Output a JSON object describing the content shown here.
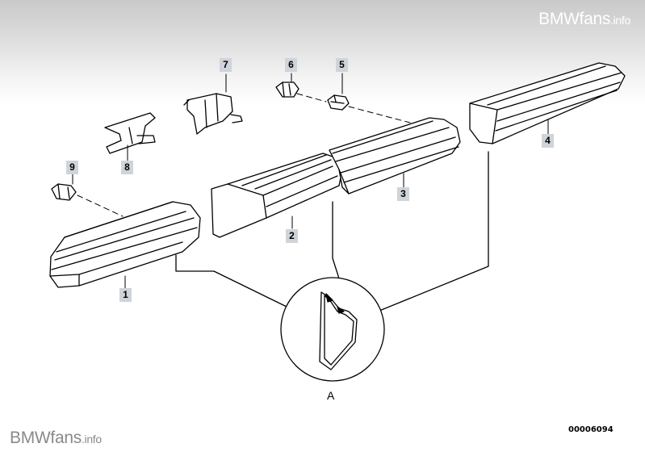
{
  "watermark": {
    "brand": "BMWfans",
    "suffix": ".info"
  },
  "callouts": [
    {
      "id": "1",
      "label": "1"
    },
    {
      "id": "2",
      "label": "2"
    },
    {
      "id": "3",
      "label": "3"
    },
    {
      "id": "4",
      "label": "4"
    },
    {
      "id": "5",
      "label": "5"
    },
    {
      "id": "6",
      "label": "6"
    },
    {
      "id": "7",
      "label": "7"
    },
    {
      "id": "8",
      "label": "8"
    },
    {
      "id": "9",
      "label": "9"
    }
  ],
  "detail_label": "A",
  "document_number": "00006094"
}
